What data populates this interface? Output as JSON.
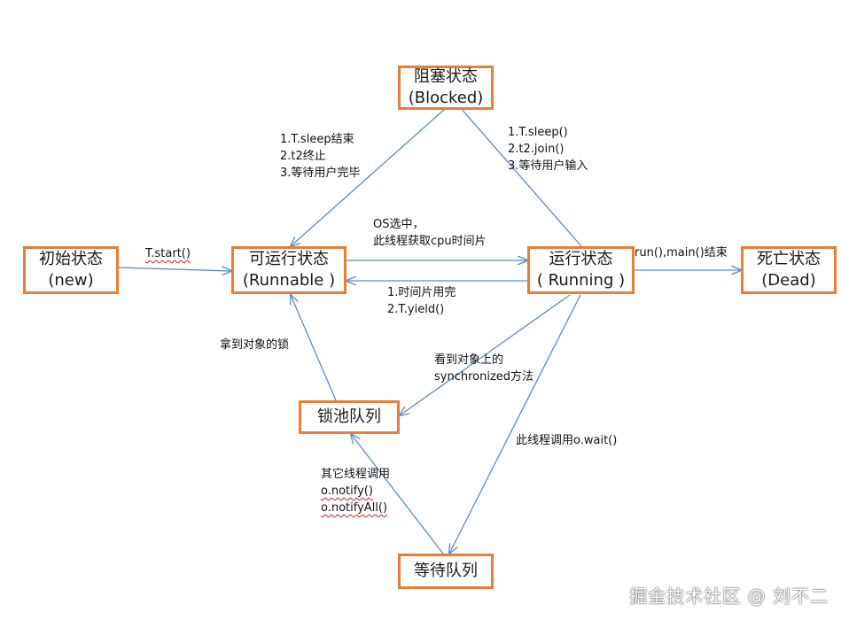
{
  "states": {
    "blocked": {
      "line1": "阻塞状态",
      "line2": "(Blocked)"
    },
    "new": {
      "line1": "初始状态",
      "line2": "(new)"
    },
    "runnable": {
      "line1": "可运行状态",
      "line2": "(Runnable )"
    },
    "running": {
      "line1": "运行状态",
      "line2": "( Running )"
    },
    "dead": {
      "line1": "死亡状态",
      "line2": "(Dead)"
    },
    "lock_pool": {
      "line1": "锁池队列"
    },
    "wait_queue": {
      "line1": "等待队列"
    }
  },
  "transitions": {
    "blocked_to_runnable": [
      "1.T.sleep结束",
      "2.t2终止",
      "3.等待用户完毕"
    ],
    "running_to_blocked": [
      "1.T.sleep()",
      "2.t2.join()",
      "3.等待用户输入"
    ],
    "new_to_runnable": "T.start()",
    "runnable_to_running": [
      "OS选中，",
      "此线程获取cpu时间片"
    ],
    "running_to_runnable": [
      "1.时间片用完",
      "2.T.yield()"
    ],
    "running_to_dead": "run(),main()结束",
    "lock_to_runnable": "拿到对象的锁",
    "running_to_lock": [
      "看到对象上的",
      "synchronized方法"
    ],
    "running_to_wait": "此线程调用o.wait()",
    "wait_to_lock": [
      "其它线程调用",
      "o.notify()",
      "o.notifyAll()"
    ]
  },
  "watermark": "掘金技术社区 @ 刘不二",
  "colors": {
    "box_border": "#ED7D31",
    "arrow": "#5B8BC9",
    "text": "#111111"
  }
}
